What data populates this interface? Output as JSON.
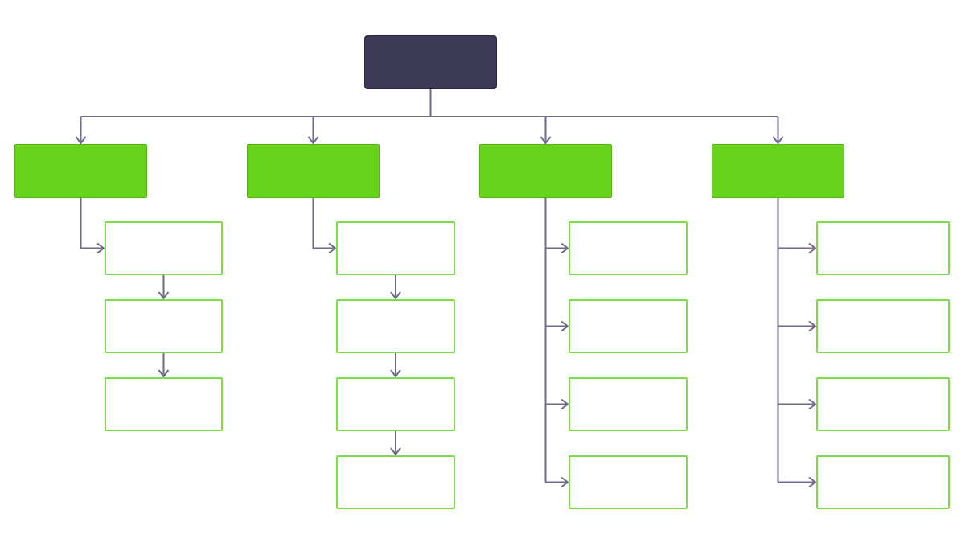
{
  "colors": {
    "root_fill": "#3d3a58",
    "branch_fill": "#66d41b",
    "leaf_border": "#7ddc4a",
    "connector": "#6e6a8a"
  },
  "diagram": {
    "root": {
      "label": ""
    },
    "branches": [
      {
        "label": "",
        "layout": "chain",
        "children": [
          {
            "label": ""
          },
          {
            "label": ""
          },
          {
            "label": ""
          }
        ]
      },
      {
        "label": "",
        "layout": "chain",
        "children": [
          {
            "label": ""
          },
          {
            "label": ""
          },
          {
            "label": ""
          },
          {
            "label": ""
          }
        ]
      },
      {
        "label": "",
        "layout": "spine",
        "children": [
          {
            "label": ""
          },
          {
            "label": ""
          },
          {
            "label": ""
          },
          {
            "label": ""
          }
        ]
      },
      {
        "label": "",
        "layout": "spine",
        "children": [
          {
            "label": ""
          },
          {
            "label": ""
          },
          {
            "label": ""
          },
          {
            "label": ""
          }
        ]
      }
    ]
  }
}
